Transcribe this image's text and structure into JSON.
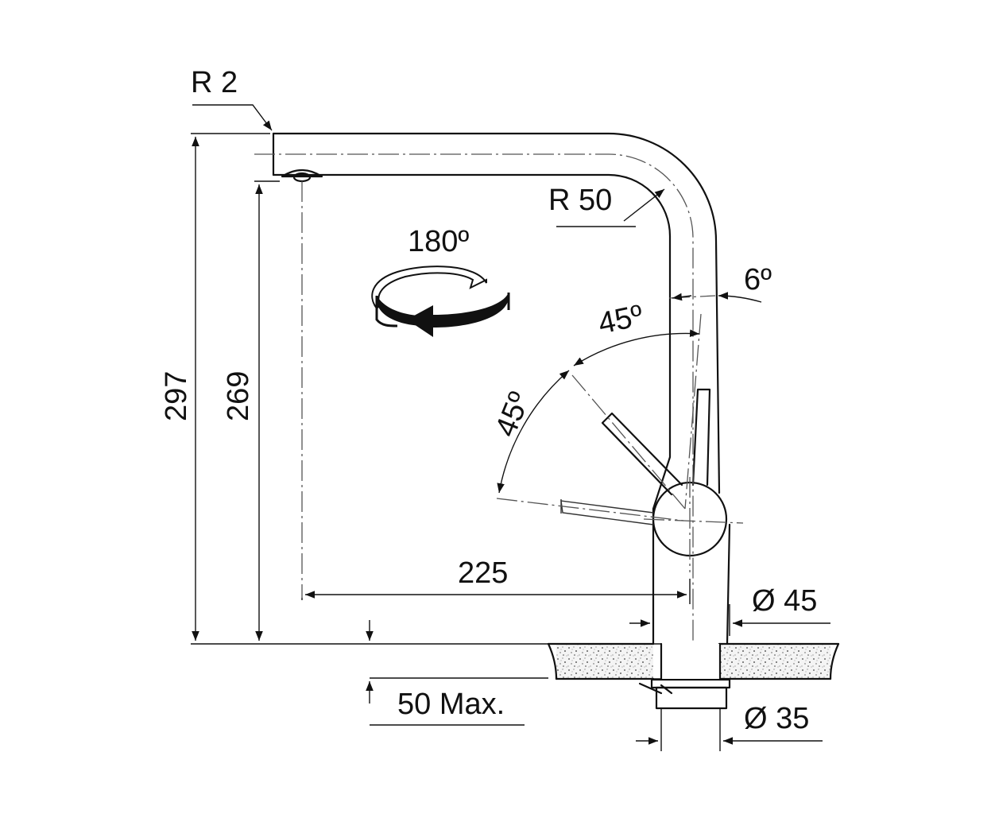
{
  "dimensions": {
    "height_total": "297",
    "height_spout": "269",
    "reach": "225",
    "tip_radius": "R 2",
    "bend_radius": "R 50",
    "rotation": "180º",
    "tilt": "6º",
    "lever_angle_upper": "45º",
    "lever_angle_lower": "45º",
    "body_diameter": "Ø 45",
    "hole_diameter": "Ø 35",
    "deck_thickness": "50 Max."
  }
}
